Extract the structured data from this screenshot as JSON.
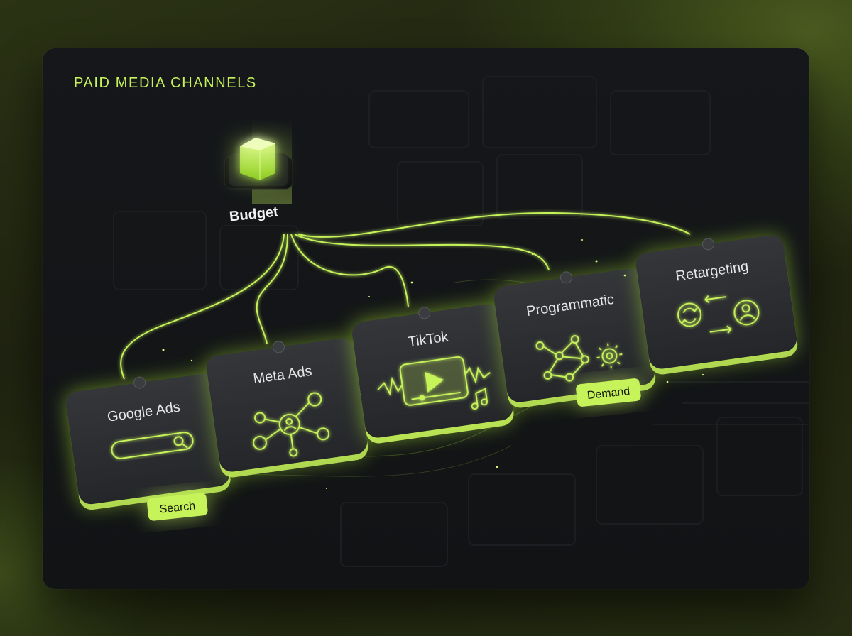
{
  "panel": {
    "title": "PAID MEDIA CHANNELS"
  },
  "colors": {
    "accent": "#c6f25a",
    "accent_glow": "#a6e22e",
    "card": "#2b2d30",
    "panel": "#131517"
  },
  "budget": {
    "label": "Budget",
    "icon": "glowing-cube-icon"
  },
  "channels": [
    {
      "label": "Google Ads",
      "icon": "search-bar-icon"
    },
    {
      "label": "Meta Ads",
      "icon": "social-network-icon"
    },
    {
      "label": "TikTok",
      "icon": "video-play-icon"
    },
    {
      "label": "Programmatic",
      "icon": "network-gear-icon"
    },
    {
      "label": "Retargeting",
      "icon": "user-cycle-icon"
    }
  ],
  "tags": {
    "search": "Search",
    "demand": "Demand"
  }
}
